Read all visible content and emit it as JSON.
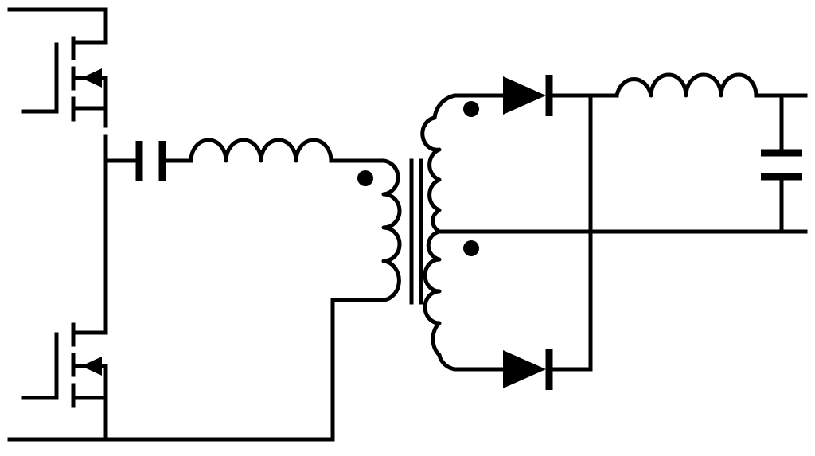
{
  "schematic": {
    "stroke_color": "#000000",
    "background_color": "#ffffff",
    "components": [
      {
        "kind": "n-mosfet",
        "role": "high-side switch"
      },
      {
        "kind": "n-mosfet",
        "role": "low-side switch"
      },
      {
        "kind": "capacitor",
        "role": "dc-blocking series capacitor"
      },
      {
        "kind": "inductor",
        "role": "series resonant inductor"
      },
      {
        "kind": "transformer",
        "role": "center-tapped isolation transformer",
        "polarity_dots": 3
      },
      {
        "kind": "diode",
        "role": "upper rectifier"
      },
      {
        "kind": "diode",
        "role": "lower rectifier"
      },
      {
        "kind": "inductor",
        "role": "output filter inductor"
      },
      {
        "kind": "capacitor",
        "role": "output filter capacitor"
      }
    ]
  }
}
